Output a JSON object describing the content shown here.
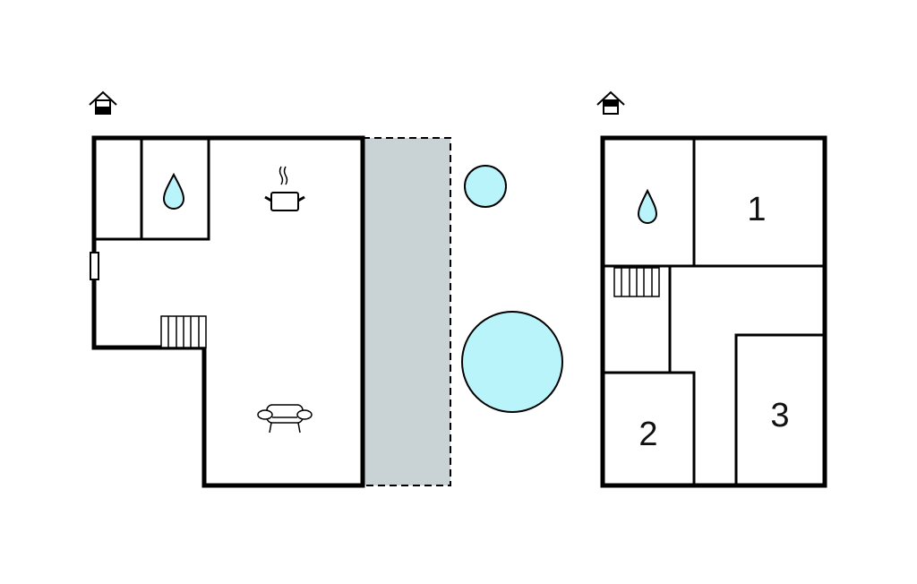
{
  "plans": [
    {
      "name": "ground-floor",
      "icon": "house-ground-floor-icon"
    },
    {
      "name": "first-floor",
      "icon": "house-upper-floor-icon"
    }
  ],
  "rooms": {
    "room1": "1",
    "room2": "2",
    "room3": "3"
  },
  "colors": {
    "wall": "#000000",
    "water": "#b8f4fa",
    "terrace": "#c9d2d4"
  }
}
